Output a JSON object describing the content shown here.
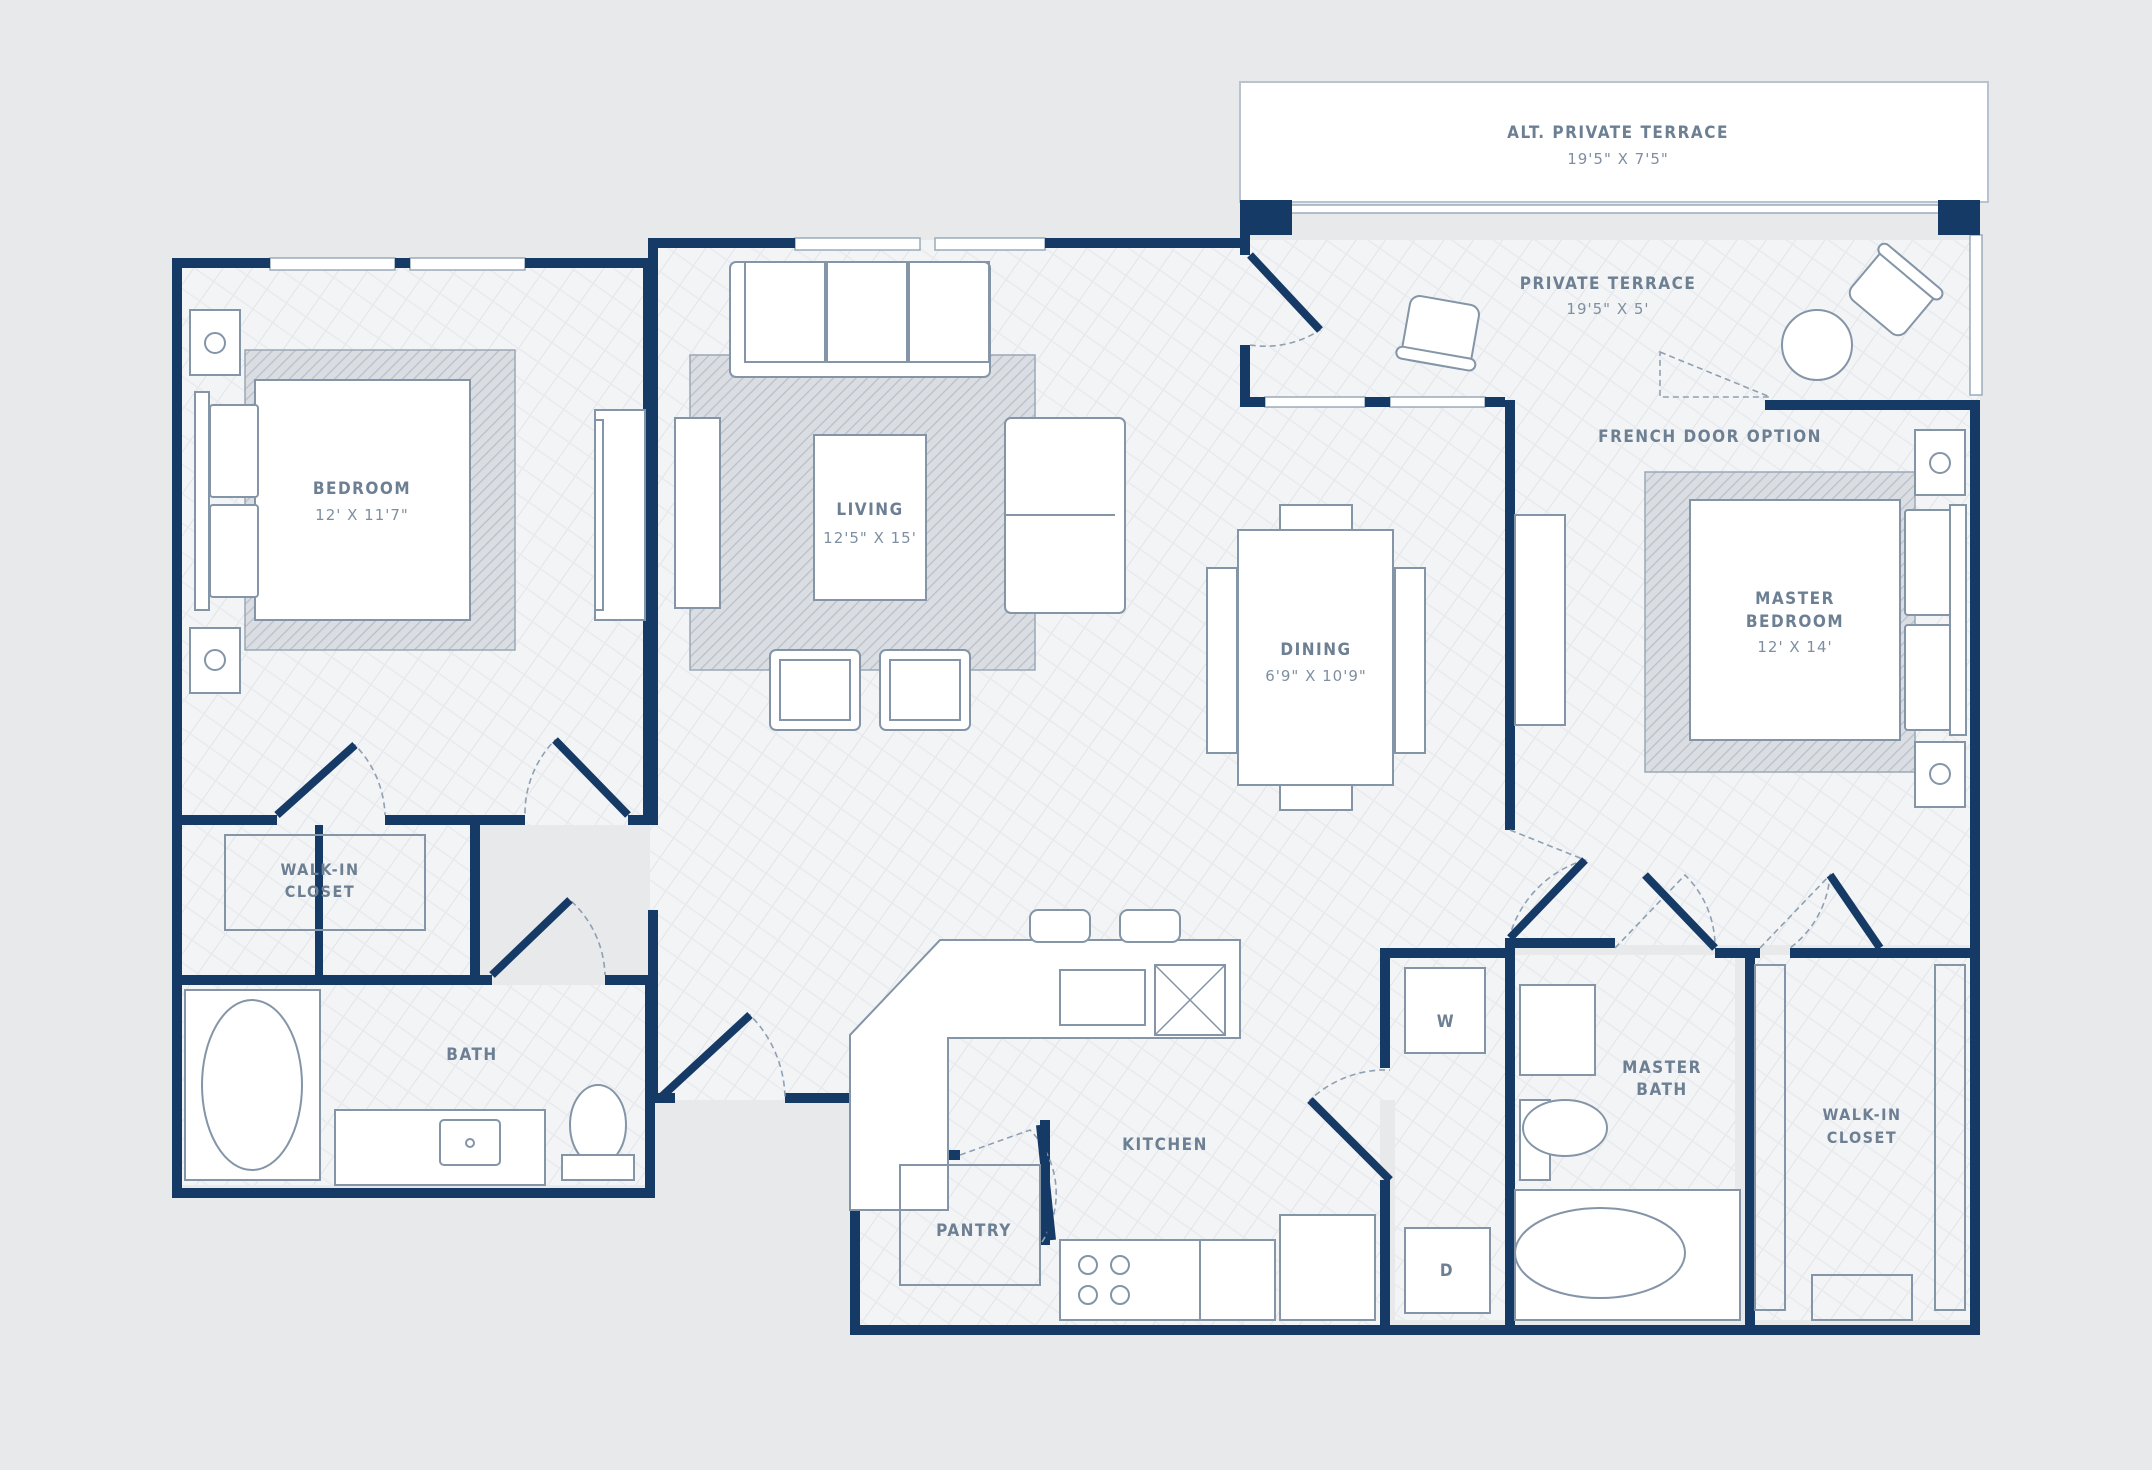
{
  "colors": {
    "background": "#e8e9eb",
    "wall": "#163a66",
    "floor": "#f3f4f6",
    "label": "#6c7f93",
    "furniture_stroke": "#8495a8"
  },
  "rooms": {
    "alt_terrace": {
      "name": "ALT. PRIVATE TERRACE",
      "dims": "19'5\" X 7'5\""
    },
    "terrace": {
      "name": "PRIVATE TERRACE",
      "dims": "19'5\" X 5'"
    },
    "bedroom": {
      "name": "BEDROOM",
      "dims": "12' X 11'7\""
    },
    "living": {
      "name": "LIVING",
      "dims": "12'5\" X 15'"
    },
    "dining": {
      "name": "DINING",
      "dims": "6'9\" X 10'9\""
    },
    "master_bedroom": {
      "name_line1": "MASTER",
      "name_line2": "BEDROOM",
      "dims": "12' X 14'"
    },
    "walkin_closet_left": {
      "name_line1": "WALK-IN",
      "name_line2": "CLOSET"
    },
    "bath": {
      "name": "BATH"
    },
    "kitchen": {
      "name": "KITCHEN"
    },
    "pantry": {
      "name": "PANTRY"
    },
    "master_bath": {
      "name_line1": "MASTER",
      "name_line2": "BATH"
    },
    "walkin_closet_right": {
      "name_line1": "WALK-IN",
      "name_line2": "CLOSET"
    }
  },
  "notes": {
    "french_door": "FRENCH DOOR OPTION"
  },
  "appliances": {
    "washer": "W",
    "dryer": "D"
  }
}
